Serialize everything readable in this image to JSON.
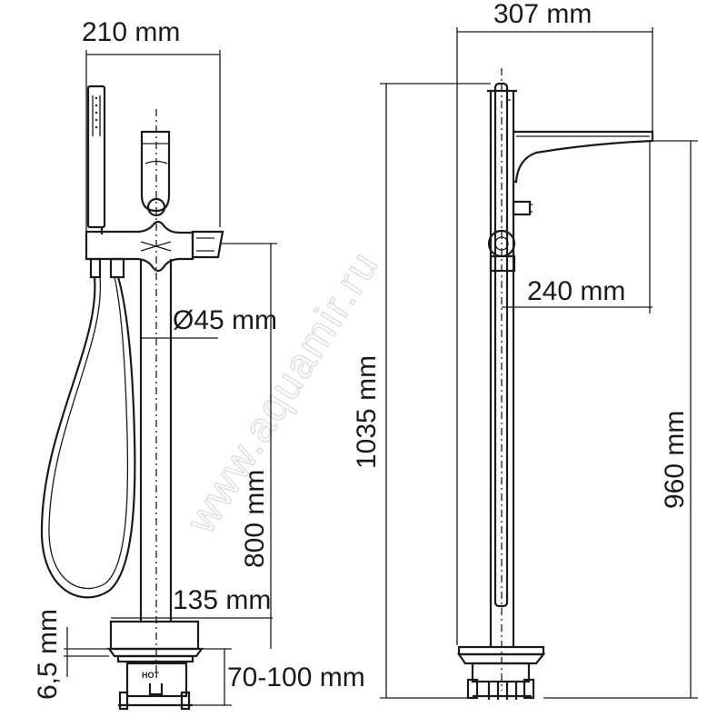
{
  "watermark": "www.aquamir.ru",
  "labels": {
    "hot": "HOT"
  },
  "dimensions": {
    "top_left_width": "210 mm",
    "top_right_width": "307 mm",
    "spout_projection": "240 mm",
    "column_diameter": "Ø45 mm",
    "base_diameter": "135 mm",
    "base_thickness": "6,5 mm",
    "floor_depth": "70-100 mm",
    "outlet_height_front": "800 mm",
    "total_height": "1035 mm",
    "outlet_height_side": "960 mm"
  }
}
